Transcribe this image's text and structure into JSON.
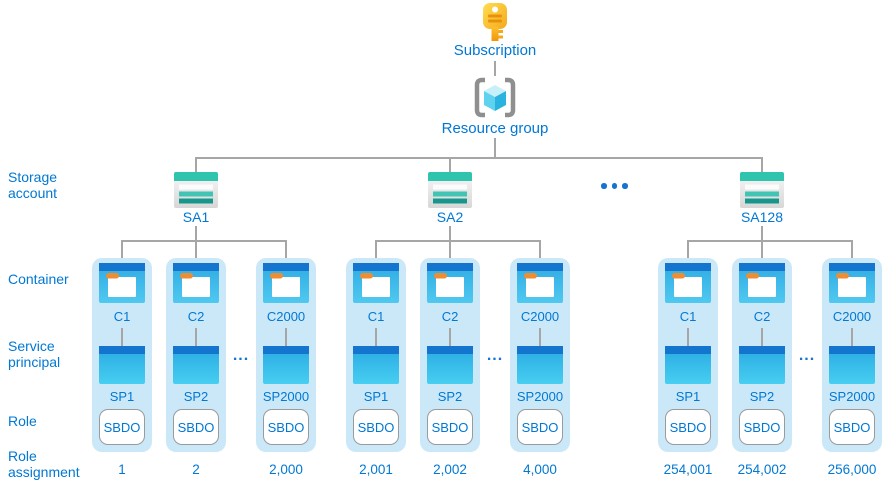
{
  "diagram": {
    "subscription_label": "Subscription",
    "resource_group_label": "Resource group",
    "storage_ellipsis": "•••",
    "card_ellipsis": "..."
  },
  "side_labels": {
    "storage_account": "Storage account",
    "container": "Container",
    "service_principal": "Service principal",
    "role": "Role",
    "role_assignment": "Role assignment"
  },
  "groups": [
    {
      "storage_label": "SA1",
      "cards": [
        {
          "container_label": "C1",
          "sp_label": "SP1",
          "role_label": "SBDO",
          "assignment": "1"
        },
        {
          "container_label": "C2",
          "sp_label": "SP2",
          "role_label": "SBDO",
          "assignment": "2"
        },
        {
          "container_label": "C2000",
          "sp_label": "SP2000",
          "role_label": "SBDO",
          "assignment": "2,000"
        }
      ]
    },
    {
      "storage_label": "SA2",
      "cards": [
        {
          "container_label": "C1",
          "sp_label": "SP1",
          "role_label": "SBDO",
          "assignment": "2,001"
        },
        {
          "container_label": "C2",
          "sp_label": "SP2",
          "role_label": "SBDO",
          "assignment": "2,002"
        },
        {
          "container_label": "C2000",
          "sp_label": "SP2000",
          "role_label": "SBDO",
          "assignment": "4,000"
        }
      ]
    },
    {
      "storage_label": "SA128",
      "cards": [
        {
          "container_label": "C1",
          "sp_label": "SP1",
          "role_label": "SBDO",
          "assignment": "254,001"
        },
        {
          "container_label": "C2",
          "sp_label": "SP2",
          "role_label": "SBDO",
          "assignment": "254,002"
        },
        {
          "container_label": "C2000",
          "sp_label": "SP2000",
          "role_label": "SBDO",
          "assignment": "256,000"
        }
      ]
    }
  ],
  "colors": {
    "label_blue": "#0078D4",
    "line_gray": "#A6A6A6",
    "card_bg": "#CBE8F9",
    "icon_top_blue": "#1475CE",
    "icon_cyan": "#35B9E9",
    "storage_teal": "#2FC4AE",
    "key_yellow": "#FFD23E",
    "orange_tab": "#EE8D31"
  }
}
